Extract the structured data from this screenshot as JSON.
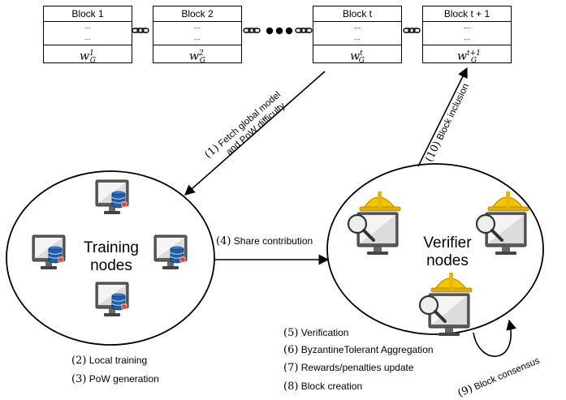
{
  "blocks": [
    {
      "title": "Block 1",
      "dots1": "...",
      "dots2": "...",
      "weight_base": "w",
      "weight_sup": "1",
      "weight_sub": "G"
    },
    {
      "title": "Block 2",
      "dots1": "...",
      "dots2": "...",
      "weight_base": "w",
      "weight_sup": "2",
      "weight_sub": "G"
    },
    {
      "title": "Block t",
      "dots1": "...",
      "dots2": "...",
      "weight_base": "w",
      "weight_sup": "t",
      "weight_sub": "G"
    },
    {
      "title": "Block t + 1",
      "dots1": "...",
      "dots2": "...",
      "weight_base": "w",
      "weight_sup": "t+1",
      "weight_sub": "G"
    }
  ],
  "training": {
    "title_line1": "Training",
    "title_line2": "nodes"
  },
  "verifier": {
    "title_line1": "Verifier",
    "title_line2": "nodes"
  },
  "steps": {
    "fetch_num": "(1)",
    "fetch_line1": "Fetch global model",
    "fetch_line2": "and PoW difficulty",
    "local_num": "(2)",
    "local": "Local training",
    "pow_num": "(3)",
    "pow": "PoW generation",
    "share_num": "(4)",
    "share": "Share contribution",
    "verif_num": "(5)",
    "verif": "Verification",
    "byz_num": "(6)",
    "byz": "ByzantineTolerant Aggregation",
    "rew_num": "(7)",
    "rew": "Rewards/penalties update",
    "create_num": "(8)",
    "create": "Block creation",
    "consensus_num": "(9)",
    "consensus": "Block consensus",
    "inclusion_num": "(10)",
    "inclusion": "Block inclusion"
  },
  "colors": {
    "monitor": "#9a9a9a",
    "database": "#1f5fa8",
    "helmet": "#f5c400",
    "stroke": "#000000"
  }
}
